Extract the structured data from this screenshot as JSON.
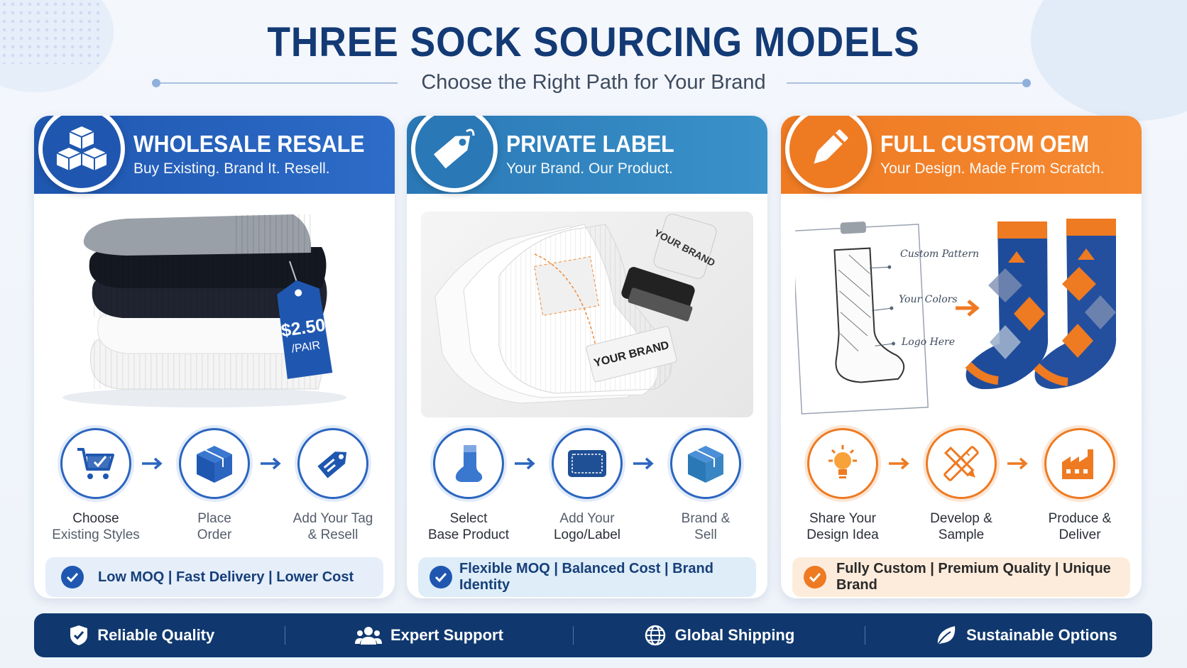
{
  "header": {
    "title": "THREE SOCK SOURCING MODELS",
    "subtitle": "Choose the Right Path for Your Brand"
  },
  "colors": {
    "blue_primary": "#1f57b0",
    "blue_secondary": "#2a78b6",
    "orange_primary": "#ee7a22",
    "navy_bar": "#10386f",
    "title_navy": "#133a75"
  },
  "cards": [
    {
      "title": "WHOLESALE RESALE",
      "subtitle": "Buy Existing. Brand It. Resell.",
      "icon": "boxes-icon",
      "price_tag": {
        "price": "$2.50",
        "unit": "/PAIR"
      },
      "steps": [
        {
          "line1": "Choose",
          "line2": "Existing Styles",
          "icon": "cart-icon"
        },
        {
          "line1": "Place",
          "line2": "Order",
          "icon": "box-icon"
        },
        {
          "line1": "Add Your Tag",
          "line2": "& Resell",
          "icon": "tag-icon"
        }
      ],
      "benefits": "Low MOQ | Fast Delivery | Lower Cost"
    },
    {
      "title": "PRIVATE LABEL",
      "subtitle": "Your Brand. Our Product.",
      "icon": "label-tag-icon",
      "brand_text": "YOUR BRAND",
      "stamp_text": "YOUR BRAND",
      "steps": [
        {
          "line1": "Select",
          "line2": "Base Product",
          "icon": "sock-icon"
        },
        {
          "line1": "Add Your",
          "line2": "Logo/Label",
          "icon": "label-icon"
        },
        {
          "line1": "Brand &",
          "line2": "Sell",
          "icon": "box-icon"
        }
      ],
      "benefits": "Flexible MOQ | Balanced Cost | Brand Identity"
    },
    {
      "title": "FULL CUSTOM OEM",
      "subtitle": "Your Design. Made From Scratch.",
      "icon": "pencil-icon",
      "annotations": [
        "Custom Pattern",
        "Your Colors",
        "Logo Here"
      ],
      "steps": [
        {
          "line1": "Share Your",
          "line2": "Design Idea",
          "icon": "lightbulb-icon"
        },
        {
          "line1": "Develop &",
          "line2": "Sample",
          "icon": "tools-icon"
        },
        {
          "line1": "Produce &",
          "line2": "Deliver",
          "icon": "factory-icon"
        }
      ],
      "benefits": "Fully Custom | Premium Quality | Unique Brand"
    }
  ],
  "footer": {
    "features": [
      {
        "label": "Reliable Quality",
        "icon": "shield-check-icon"
      },
      {
        "label": "Expert Support",
        "icon": "people-icon"
      },
      {
        "label": "Global Shipping",
        "icon": "globe-icon"
      },
      {
        "label": "Sustainable Options",
        "icon": "leaf-icon"
      }
    ]
  }
}
